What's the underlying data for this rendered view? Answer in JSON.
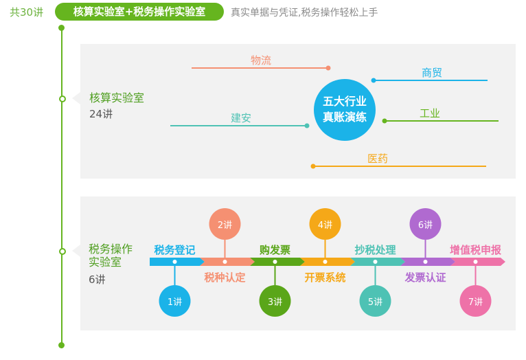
{
  "header": {
    "total_label": "共30讲",
    "title": "核算实验室+税务操作实验室",
    "subtitle": "真实单据与凭证,税务操作轻松上手"
  },
  "section1": {
    "title": "核算实验室",
    "count": "24讲",
    "center_lines": [
      "五大行业",
      "真账演练"
    ],
    "center_color": "#1bb3e8",
    "industries": [
      {
        "label": "物流",
        "color": "#f59072"
      },
      {
        "label": "商贸",
        "color": "#1bb3e8"
      },
      {
        "label": "建安",
        "color": "#4ec2b4"
      },
      {
        "label": "工业",
        "color": "#66b51f"
      },
      {
        "label": "医药",
        "color": "#f5a818"
      }
    ]
  },
  "section2": {
    "title_lines": [
      "税务操作",
      "实验室"
    ],
    "count": "6讲",
    "steps": [
      {
        "name": "税务登记",
        "lecture": "1讲",
        "color": "#1bb3e8",
        "position": "top"
      },
      {
        "name": "税种认定",
        "lecture": "2讲",
        "color": "#f59072",
        "position": "bottom"
      },
      {
        "name": "购发票",
        "lecture": "3讲",
        "color": "#5aa619",
        "position": "top"
      },
      {
        "name": "开票系统",
        "lecture": "4讲",
        "color": "#f5a818",
        "position": "bottom"
      },
      {
        "name": "抄税处理",
        "lecture": "5讲",
        "color": "#4ec2b4",
        "position": "top"
      },
      {
        "name": "发票认证",
        "lecture": "6讲",
        "color": "#b06ad0",
        "position": "bottom"
      },
      {
        "name": "增值税申报",
        "lecture": "7讲",
        "color": "#ee72a8",
        "position": "top"
      }
    ]
  }
}
